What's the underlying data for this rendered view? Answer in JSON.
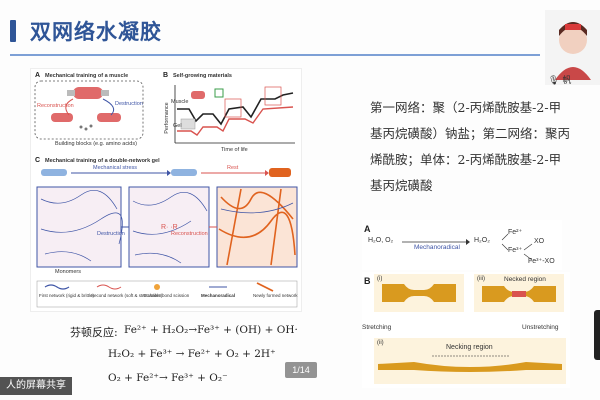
{
  "slide": {
    "title": "双网络水凝胶",
    "page_indicator": "1/14",
    "description": "第一网络：聚（2-丙烯酰胺基-2-甲基丙烷磺酸）钠盐；第二网络：聚丙烯酰胺；单体：2-丙烯酰胺基-2-甲基丙烷磺酸"
  },
  "figure": {
    "panel_a_letter": "A",
    "panel_a_title": "Mechanical training of a muscle",
    "destruction": "Destruction",
    "reconstruction": "Reconstruction",
    "building_blocks": "Building blocks (e.g. amino acids)",
    "panel_b_letter": "B",
    "panel_b_title": "Self-growing materials",
    "performance": "Performance",
    "time_of_life": "Time of life",
    "muscle": "Muscle",
    "gel": "Gel",
    "panel_c_letter": "C",
    "panel_c_title": "Mechanical training of a double-network gel",
    "mechanical_stress": "Mechanical stress",
    "rest": "Rest",
    "destruction2": "Destruction",
    "reconstruction2": "Reconstruction",
    "monomers": "Monomers",
    "legend": [
      {
        "label": "First network (rigid & brittle)"
      },
      {
        "label": "Second network (soft & stretchable)"
      },
      {
        "label": "Covalent bond scission"
      },
      {
        "label": "Mechanoradical"
      },
      {
        "label": "Newly formed network"
      }
    ]
  },
  "reactions": {
    "heading": "芬顿反应:",
    "line1": "Fe²⁺ + H₂O₂→Fe³⁺ + (OH) + OH·",
    "line2": "H₂O₂ + Fe³⁺ → Fe²⁺ + O₂ + 2H⁺",
    "line3": "O₂ + Fe²⁺→ Fe³⁺ + O₂⁻"
  },
  "right_panel": {
    "a_letter": "A",
    "reactants": "H₂O, O₂",
    "mechanoradical": "Mechanoradical",
    "h2o2": "H₂O₂",
    "fe2": "Fe²⁺",
    "fe3": "Fe³⁺",
    "xo": "XO",
    "fe3xo": "Fe³⁺-XO",
    "b_letter": "B",
    "i_label": "(i)",
    "iii_label": "(iii)",
    "ii_label": "(ii)",
    "necked_region": "Necked region",
    "stretching": "Stretching",
    "unstretching": "Unstretching",
    "necking_region": "Necking region"
  },
  "overlay": {
    "share_label": "人的屏幕共享",
    "mic_label": "帆"
  },
  "colors": {
    "title_blue": "#2f5597",
    "gel_orange": "#d99a1f",
    "network_blue": "#3f55a6",
    "network_red": "#d9534f"
  }
}
